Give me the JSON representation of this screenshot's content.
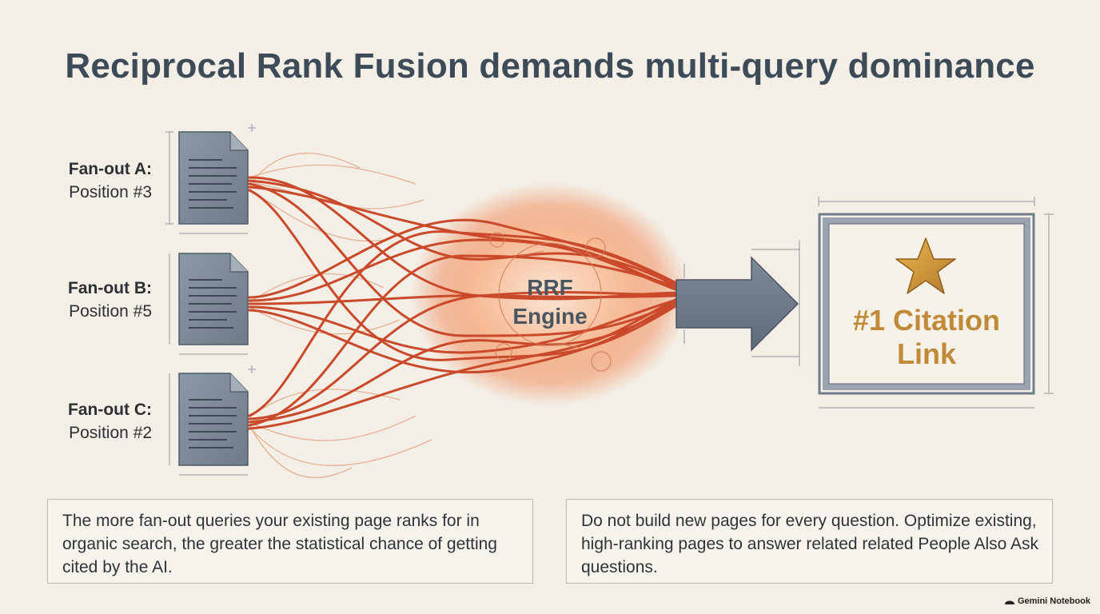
{
  "title": "Reciprocal Rank Fusion demands multi-query dominance",
  "sources": [
    {
      "name": "Fan-out A:",
      "position": "Position #3"
    },
    {
      "name": "Fan-out B:",
      "position": "Position #5"
    },
    {
      "name": "Fan-out C:",
      "position": "Position #2"
    }
  ],
  "engine": {
    "line1": "RRF",
    "line2": "Engine"
  },
  "output": {
    "line1": "#1 Citation",
    "line2": "Link",
    "icon": "star-icon"
  },
  "notes": {
    "left": "The more fan-out queries your existing page ranks for in organic search, the greater the statistical chance of getting cited by the AI.",
    "right": "Do not build new pages for every question. Optimize existing, high-ranking pages to answer related related People Also Ask questions."
  },
  "brand": "Gemini Notebook",
  "colors": {
    "background": "#f3efe6",
    "document": "#7f8c9a",
    "strands": "#c9492a",
    "glow": "#f08a5a",
    "accent_gold": "#c08a38",
    "arrow": "#6f7c8a"
  }
}
